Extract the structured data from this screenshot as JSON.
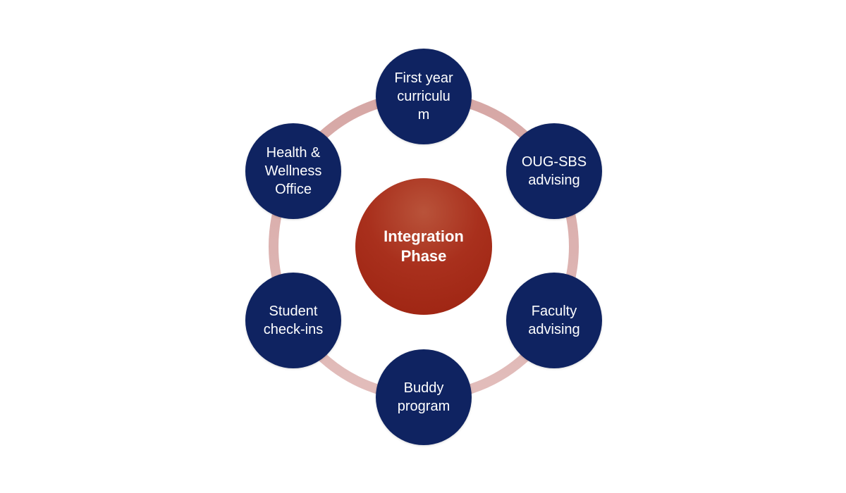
{
  "diagram": {
    "center": {
      "label": "Integration\nPhase"
    },
    "nodes": [
      {
        "id": "top",
        "label": "First year\ncurriculu\nm"
      },
      {
        "id": "ur",
        "label": "OUG-SBS\nadvising"
      },
      {
        "id": "lr",
        "label": "Faculty\nadvising"
      },
      {
        "id": "bottom",
        "label": "Buddy\nprogram"
      },
      {
        "id": "ll",
        "label": "Student\ncheck-ins"
      },
      {
        "id": "ul",
        "label": "Health &\nWellness\nOffice"
      }
    ],
    "colors": {
      "node_fill": "#0f2361",
      "center_fill": "#a9301d",
      "ring": "#dcb2b0",
      "text": "#ffffff"
    }
  }
}
